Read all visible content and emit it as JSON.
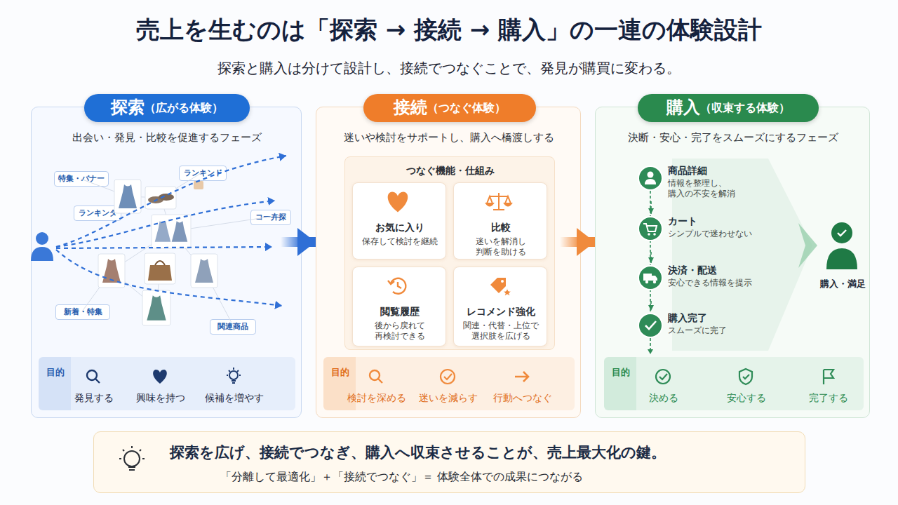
{
  "diagram": {
    "title": "売上を生むのは「探索 → 接続 → 購入」の一連の体験設計",
    "nodes": [
      {
        "text": [
          "出会い・発見・比較を促進するフェーズ"
        ]
      },
      {
        "text": [
          "探索",
          "（広がる体験）"
        ],
        "in": 0
      },
      {
        "text": [
          "特集・バナー"
        ],
        "in": 0
      },
      {
        "text": [
          "ランキンド"
        ],
        "in": 0
      },
      {
        "text": [
          "ランキンダ"
        ],
        "in": 0
      },
      {
        "text": [
          "コー卉探"
        ],
        "in": 0
      },
      {
        "text": [
          "新着・特集"
        ],
        "in": 0
      },
      {
        "text": [
          "関連商品"
        ],
        "in": 0
      },
      {
        "text": [
          "目的",
          "発見する",
          "興味を持つ",
          "候補を増やす"
        ],
        "in": 0
      },
      {
        "text": [
          "迷いや検討をサポートし、購入へ橋渡しする"
        ]
      },
      {
        "text": [
          "接続",
          "（つなぐ体験）"
        ],
        "in": 9
      },
      {
        "text": [
          "つなぐ機能・仕組み"
        ],
        "in": 9
      },
      {
        "text": [
          "お気に入り",
          "保存して検討を継続"
        ],
        "in": 11
      },
      {
        "text": [
          "比較",
          "迷いを解消し 判断を助ける"
        ],
        "in": 11
      },
      {
        "text": [
          "閲覧履歴",
          "後から戻れて 再検討できる"
        ],
        "in": 11
      },
      {
        "text": [
          "レコメンド強化",
          "関連・代替・上位で 選択肢を広げる"
        ],
        "in": 11
      },
      {
        "text": [
          "目的",
          "検討を深める",
          "迷いを減らす",
          "行動へつなぐ"
        ],
        "in": 9
      },
      {
        "text": [
          "決断・安心・完了をスムーズにするフェーズ"
        ]
      },
      {
        "text": [
          "購入",
          "（収束する体験）"
        ],
        "in": 17
      },
      {
        "text": [
          "商品詳細",
          "情報を整理し、 購入の不安を解消"
        ],
        "in": 17
      },
      {
        "text": [
          "カート",
          "シンプルで迷わせない"
        ],
        "in": 17
      },
      {
        "text": [
          "決済・配送",
          "安心できる情報を提示"
        ],
        "in": 17
      },
      {
        "text": [
          "購入完了",
          "スムーズに完了"
        ],
        "in": 17
      },
      {
        "text": [
          "購入・満足"
        ],
        "in": 17
      },
      {
        "text": [
          "目的",
          "決める",
          "安心する",
          "完了する"
        ],
        "in": 17
      },
      {
        "text": [
          "探索を広げ、接続でつなぎ、購入へ収束させることが、売上最大化の鍵。",
          "「分離して最適化」＋「接続でつなぐ」＝ 体験全体での成果につながる"
        ]
      }
    ],
    "edges": [
      {
        "from": 0,
        "to": 9,
        "arrow": "to"
      },
      {
        "from": 9,
        "to": 17,
        "arrow": "to"
      },
      {
        "from": 19,
        "to": 20,
        "arrow": "to"
      },
      {
        "from": 20,
        "to": 21,
        "arrow": "to"
      },
      {
        "from": 21,
        "to": 22,
        "arrow": "to"
      }
    ],
    "labels": [
      "探索と購入は分けて設計し、接続でつなぐことで、発見が購買に変わる。"
    ]
  }
}
